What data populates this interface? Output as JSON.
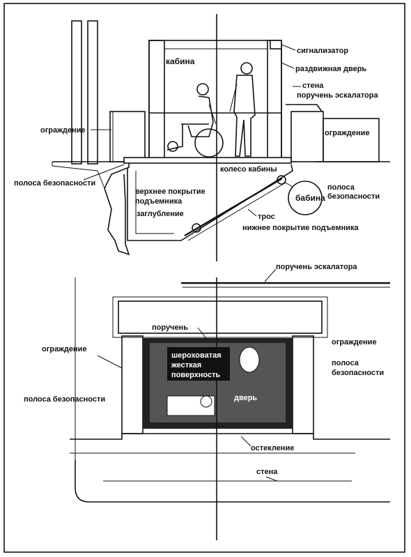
{
  "side_view": {
    "cabin": "кабина",
    "signal": "сигнализатор",
    "sliding_door": "раздвижная дверь",
    "wall": "стена",
    "escalator_rail": "поручень эскалатора",
    "fence_left": "ограждение",
    "fence_right": "ограждение",
    "safety_strip_left": "полоса безопасности",
    "cabin_wheel": "колесо кабины",
    "top_cover_1": "верхнее покрытие",
    "top_cover_2": "подъемника",
    "recess": "заглубление",
    "drum": "бабина",
    "safety_strip_right_1": "полоса",
    "safety_strip_right_2": "безопасности",
    "cable": "трос",
    "bottom_cover": "нижнее покрытие подъемника"
  },
  "plan_view": {
    "escalator_rail": "поручень эскалатора",
    "handrail": "поручень",
    "fence_left": "ограждение",
    "fence_right": "ограждение",
    "rough_1": "шероховатая",
    "rough_2": "жесткая",
    "rough_3": "поверхность",
    "safety_strip_right_1": "полоса",
    "safety_strip_right_2": "безопасности",
    "safety_strip_left": "полоса безопасности",
    "door": "дверь",
    "glazing": "остекление",
    "wall": "стена"
  }
}
